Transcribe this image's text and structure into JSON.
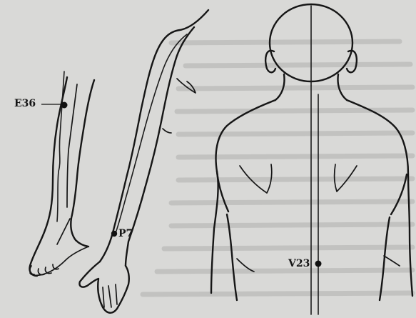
{
  "diagram": {
    "points": [
      {
        "id": "e36",
        "label": "E36"
      },
      {
        "id": "p7",
        "label": "P7"
      },
      {
        "id": "v23",
        "label": "V23"
      }
    ]
  }
}
